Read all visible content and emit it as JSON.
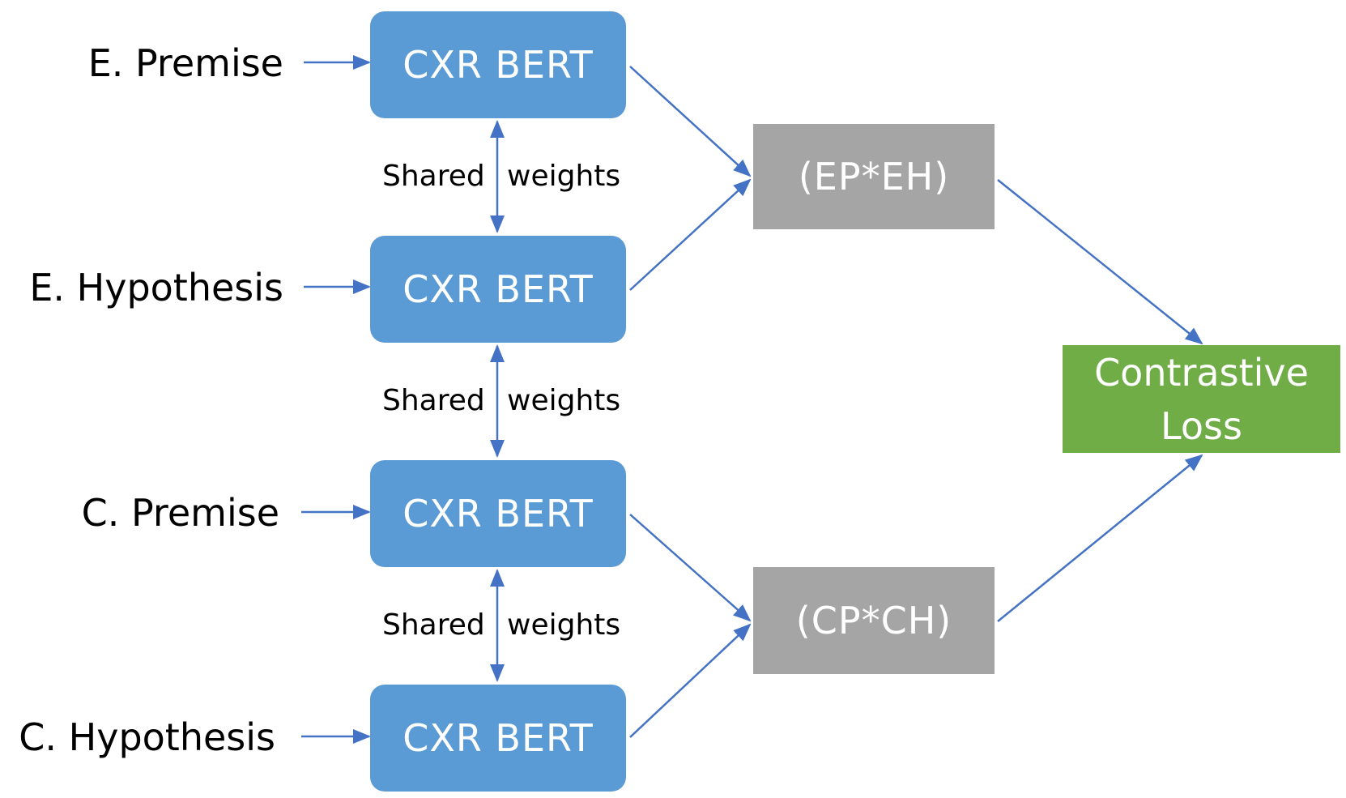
{
  "inputs": {
    "e_premise": "E. Premise",
    "e_hypothesis": "E. Hypothesis",
    "c_premise": "C. Premise",
    "c_hypothesis": "C. Hypothesis"
  },
  "encoders": {
    "label": "CXR BERT"
  },
  "shared": {
    "left": "Shared",
    "right": "weights"
  },
  "products": {
    "entailment": "(EP*EH)",
    "contradiction": "(CP*CH)"
  },
  "loss": {
    "line1": "Contrastive",
    "line2": "Loss"
  },
  "colors": {
    "encoder": "#5b9bd5",
    "product": "#a5a5a5",
    "loss": "#70ad47",
    "arrow": "#4472c4"
  }
}
